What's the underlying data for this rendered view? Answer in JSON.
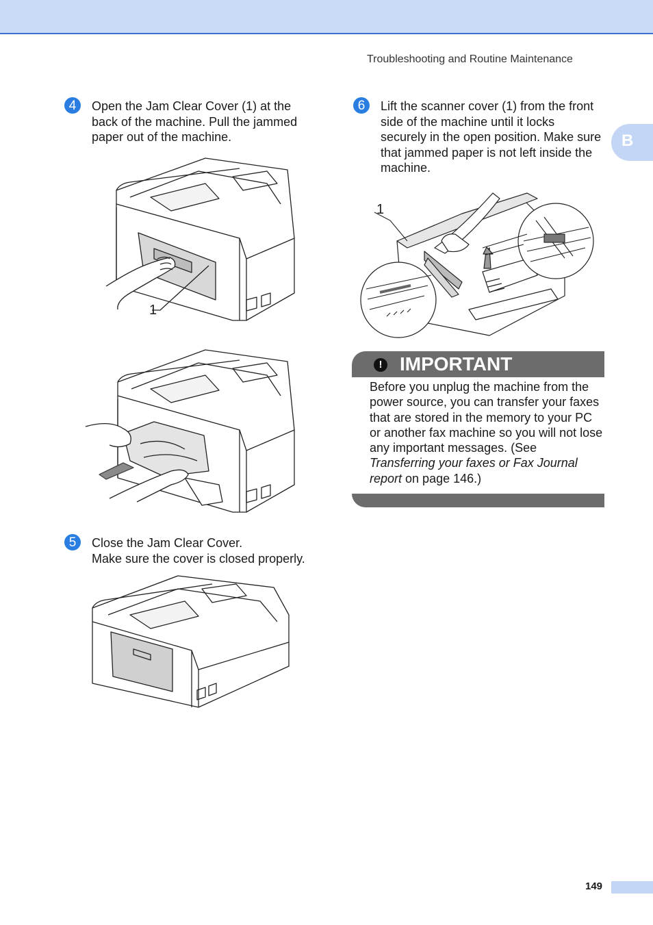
{
  "header": {
    "running_head": "Troubleshooting and Routine Maintenance",
    "side_tab": "B",
    "accent_color": "#c9dbf7",
    "rule_color": "#3c6fd0"
  },
  "steps": {
    "s4": {
      "number": "4",
      "line1": "Open the Jam Clear Cover (1) at the",
      "line2": "back of the machine. Pull the jammed",
      "line3": "paper out of the machine.",
      "callout": "1"
    },
    "s5": {
      "number": "5",
      "line1": "Close the Jam Clear Cover.",
      "line2": "Make sure the cover is closed properly."
    },
    "s6": {
      "number": "6",
      "line1": "Lift the scanner cover (1) from the front",
      "line2": "side of the machine until it locks",
      "line3": "securely in the open position. Make sure",
      "line4": "that jammed paper is not left inside the",
      "line5": "machine.",
      "callout": "1"
    }
  },
  "important": {
    "icon": "!",
    "title": "IMPORTANT",
    "text_before": "Before you unplug the machine from the power source, you can transfer your faxes that are stored in the memory to your PC or another fax machine so you will not lose any important messages. (See ",
    "link_italic": "Transferring your faxes or Fax Journal report",
    "text_after": " on page 146.)",
    "box_color": "#6c6c6c"
  },
  "footer": {
    "page_number": "149"
  }
}
